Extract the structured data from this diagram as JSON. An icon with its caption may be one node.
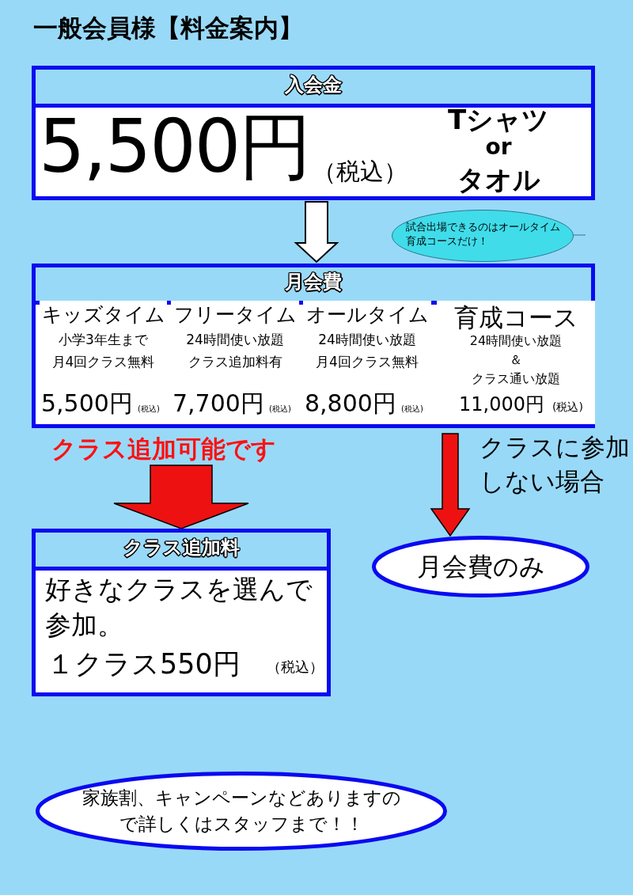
{
  "diagram": {
    "title": "一般会員様【料金案内】",
    "nodes": [
      {
        "text": [
          "入会金",
          "5,500円",
          "（税込）",
          "Tシャツ",
          "or",
          "タオル"
        ]
      },
      {
        "text": [
          "試合出場できるのはオールタイム育成コースだけ！"
        ]
      },
      {
        "text": [
          "月会費"
        ]
      },
      {
        "text": [
          "キッズタイム",
          "小学3年生まで",
          "月4回クラス無料",
          "5,500円",
          "(税込)"
        ],
        "in": 2
      },
      {
        "text": [
          "フリータイム",
          "24時間使い放題",
          "クラス追加料有",
          "7,700円",
          "(税込)"
        ],
        "in": 2
      },
      {
        "text": [
          "オールタイム",
          "24時間使い放題",
          "月4回クラス無料",
          "8,800円",
          "(税込)"
        ],
        "in": 2
      },
      {
        "text": [
          "育成コース",
          "24時間使い放題",
          "＆",
          "クラス通い放題",
          "11,000円",
          "(税込)"
        ],
        "in": 2
      },
      {
        "text": [
          "クラス追加料",
          "好きなクラスを選んで参加。",
          "１クラス550円",
          "（税込）"
        ]
      },
      {
        "text": [
          "月会費のみ"
        ]
      },
      {
        "text": [
          "家族割、キャンペーンなどありますので詳しくはスタッフまで！！"
        ]
      }
    ],
    "edges": [
      {
        "from": 0,
        "to": 2,
        "arrow": "to",
        "color": "#ffffff"
      },
      {
        "from": 2,
        "to": 7,
        "arrow": "to",
        "label": "クラス追加可能です"
      },
      {
        "from": 2,
        "to": 8,
        "arrow": "to",
        "label": "クラスに参加しない場合"
      }
    ]
  }
}
